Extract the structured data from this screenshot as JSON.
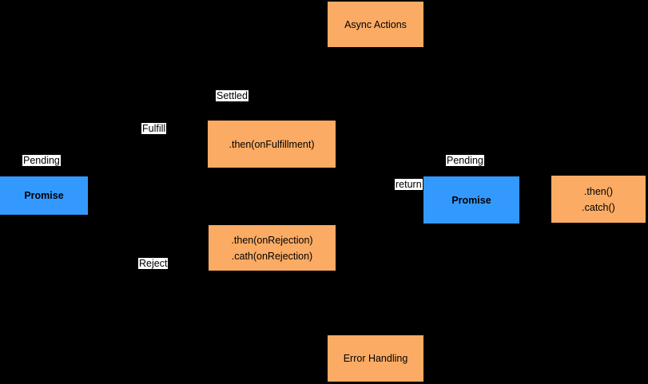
{
  "diagram": {
    "background": "#000000",
    "colors": {
      "orange": "#FBAB64",
      "blue": "#3399FF",
      "label_bg": "#FFFFFF",
      "text": "#000000"
    },
    "nodes": {
      "async_actions": {
        "label": "Async Actions",
        "fill": "#FBAB64"
      },
      "promise_left": {
        "label": "Promise",
        "fill": "#3399FF"
      },
      "then_fulfillment": {
        "label": ".then(onFulfillment)",
        "fill": "#FBAB64"
      },
      "then_rejection": {
        "line1": ".then(onRejection)",
        "line2": ".cath(onRejection)",
        "fill": "#FBAB64"
      },
      "promise_right": {
        "label": "Promise",
        "fill": "#3399FF"
      },
      "then_catch": {
        "line1": ".then()",
        "line2": ".catch()",
        "fill": "#FBAB64"
      },
      "error_handling": {
        "label": "Error Handling",
        "fill": "#FBAB64"
      }
    },
    "edge_labels": {
      "settled": "Settled",
      "fulfill": "Fulfill",
      "pending_left": "Pending",
      "reject": "Reject",
      "pending_right": "Pending",
      "return": "return"
    }
  }
}
